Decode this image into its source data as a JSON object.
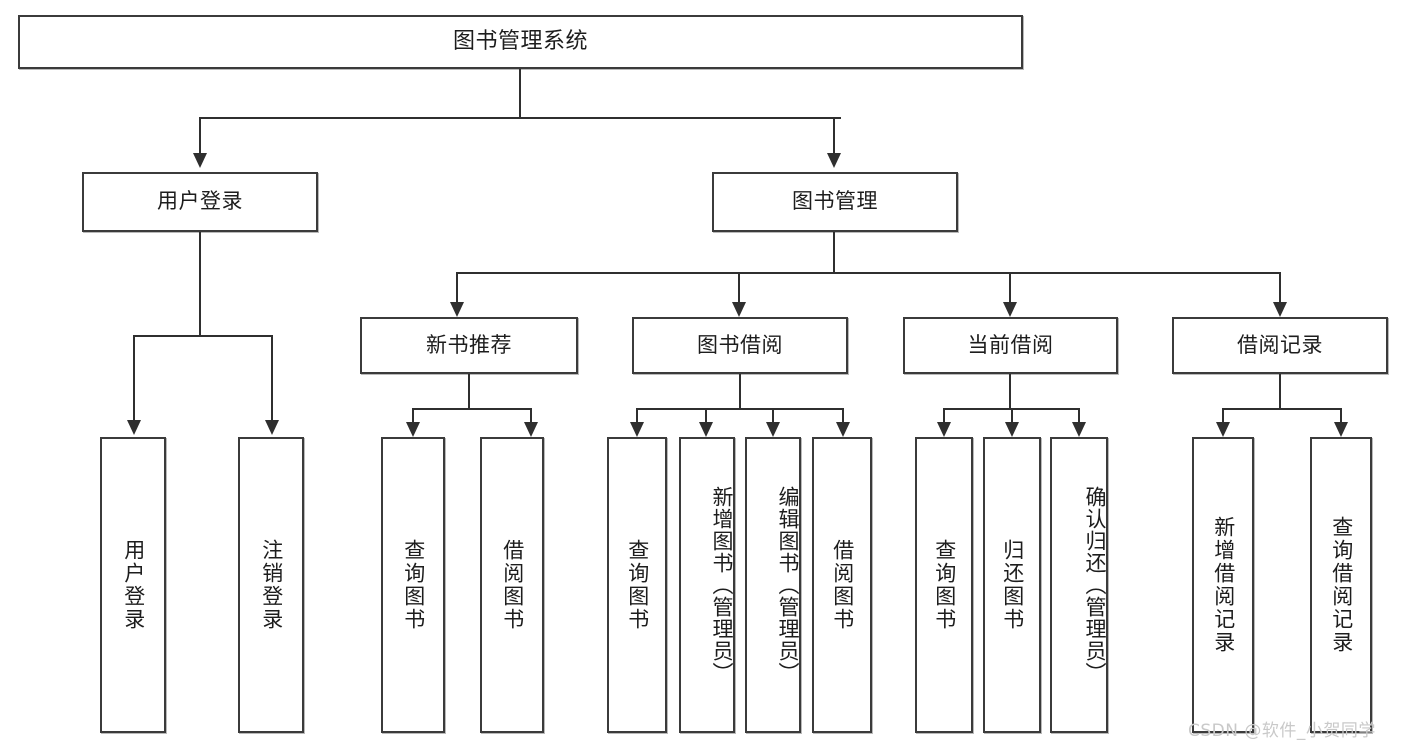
{
  "diagram": {
    "type": "tree-hierarchy",
    "title": "图书管理系统",
    "watermark": "CSDN @软件_小贺同学",
    "colors": {
      "box_border": "#3b3b3b",
      "box_fill": "#ffffff",
      "connector": "#2f2f2f",
      "text": "#1d1d1d",
      "watermark": "#c9c9c9",
      "background": "#ffffff"
    },
    "root": {
      "label": "图书管理系统"
    },
    "level2": [
      {
        "label": "用户登录"
      },
      {
        "label": "图书管理"
      }
    ],
    "level3": [
      {
        "label": "新书推荐"
      },
      {
        "label": "图书借阅"
      },
      {
        "label": "当前借阅"
      },
      {
        "label": "借阅记录"
      }
    ],
    "leaves": {
      "user_login": [
        {
          "label": "用户登录"
        },
        {
          "label": "注销登录"
        }
      ],
      "new_book_recommend": [
        {
          "label": "查询图书"
        },
        {
          "label": "借阅图书"
        }
      ],
      "book_borrow": [
        {
          "label": "查询图书"
        },
        {
          "label": "新增图书（管理员）"
        },
        {
          "label": "编辑图书（管理员）"
        },
        {
          "label": "借阅图书"
        }
      ],
      "current_borrow": [
        {
          "label": "查询图书"
        },
        {
          "label": "归还图书"
        },
        {
          "label": "确认归还（管理员）"
        }
      ],
      "borrow_record": [
        {
          "label": "新增借阅记录"
        },
        {
          "label": "查询借阅记录"
        }
      ]
    }
  }
}
